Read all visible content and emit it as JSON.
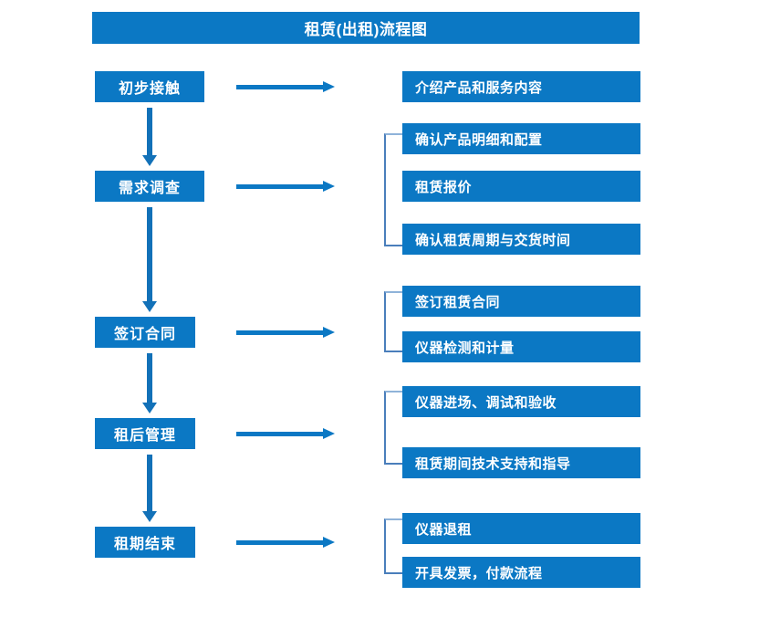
{
  "title": "租赁(出租)流程图",
  "colors": {
    "box_blue": "#0b78c4",
    "arrow_blue": "#1271b8",
    "bracket_blue": "#4a7ebb",
    "text_white": "#ffffff",
    "background": "#ffffff"
  },
  "stages": [
    {
      "label": "初步接触"
    },
    {
      "label": "需求调查"
    },
    {
      "label": "签订合同"
    },
    {
      "label": "租后管理"
    },
    {
      "label": "租期结束"
    }
  ],
  "details": [
    {
      "label": "介绍产品和服务内容"
    },
    {
      "label": "确认产品明细和配置"
    },
    {
      "label": "租赁报价"
    },
    {
      "label": "确认租赁周期与交货时间"
    },
    {
      "label": "签订租赁合同"
    },
    {
      "label": "仪器检测和计量"
    },
    {
      "label": "仪器进场、调试和验收"
    },
    {
      "label": "租赁期间技术支持和指导"
    },
    {
      "label": "仪器退租"
    },
    {
      "label": "开具发票，付款流程"
    }
  ],
  "groups": [
    {
      "stage": "需求调查",
      "members": [
        "确认产品明细和配置",
        "租赁报价",
        "确认租赁周期与交货时间"
      ]
    },
    {
      "stage": "签订合同",
      "members": [
        "签订租赁合同",
        "仪器检测和计量"
      ]
    },
    {
      "stage": "租后管理",
      "members": [
        "仪器进场、调试和验收",
        "租赁期间技术支持和指导"
      ]
    },
    {
      "stage": "租期结束",
      "members": [
        "仪器退租",
        "开具发票，付款流程"
      ]
    }
  ]
}
